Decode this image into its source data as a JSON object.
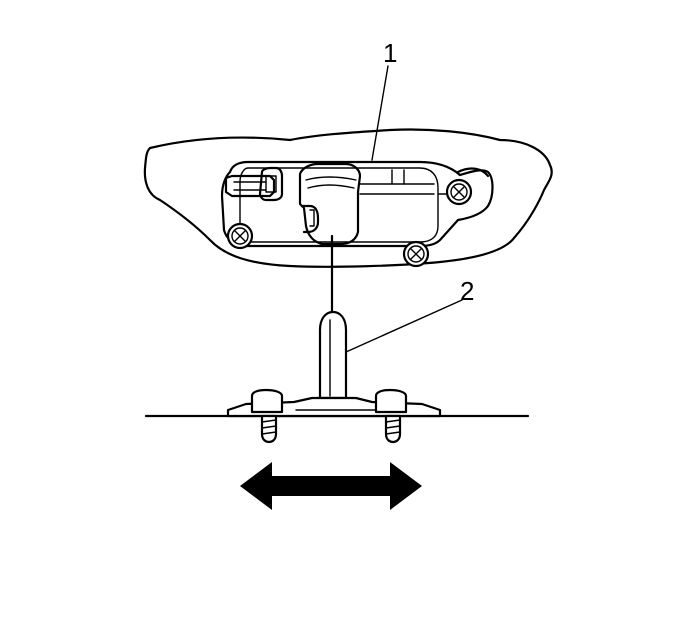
{
  "callouts": [
    {
      "id": "1",
      "label": "1"
    },
    {
      "id": "2",
      "label": "2"
    }
  ],
  "icons": {
    "arrow": "double-headed-arrow-icon",
    "screw": "phillips-screw-icon"
  },
  "colors": {
    "ink": "#000000",
    "paper": "#ffffff"
  }
}
